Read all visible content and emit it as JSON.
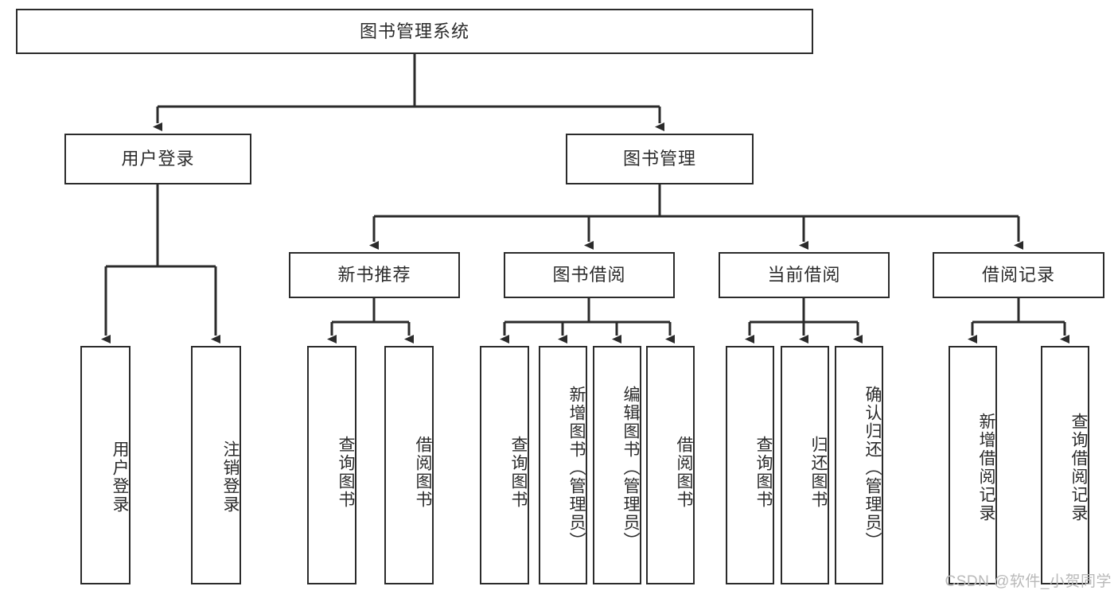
{
  "diagram": {
    "title": "图书管理系统",
    "type": "tree-hierarchy-chart",
    "colors": {
      "border": "#2b2b2b",
      "background": "#ffffff",
      "text": "#2b2b2b",
      "connector": "#2b2b2b",
      "watermark": "#b9b9b9"
    },
    "root": {
      "label": "图书管理系统"
    },
    "level2": [
      {
        "label": "用户登录"
      },
      {
        "label": "图书管理"
      }
    ],
    "level3": [
      {
        "label": "新书推荐"
      },
      {
        "label": "图书借阅"
      },
      {
        "label": "当前借阅"
      },
      {
        "label": "借阅记录"
      }
    ],
    "leaves": {
      "user_login": [
        {
          "label": "用户登录"
        },
        {
          "label": "注销登录"
        }
      ],
      "new_book_recommend": [
        {
          "label": "查询图书"
        },
        {
          "label": "借阅图书"
        }
      ],
      "book_borrow": [
        {
          "label": "查询图书"
        },
        {
          "label": "新增图书（管理员）"
        },
        {
          "label": "编辑图书（管理员）"
        },
        {
          "label": "借阅图书"
        }
      ],
      "current_borrow": [
        {
          "label": "查询图书"
        },
        {
          "label": "归还图书"
        },
        {
          "label": "确认归还（管理员）"
        }
      ],
      "borrow_record": [
        {
          "label": "新增借阅记录"
        },
        {
          "label": "查询借阅记录"
        }
      ]
    },
    "watermark": "CSDN @软件_小贺同学"
  }
}
